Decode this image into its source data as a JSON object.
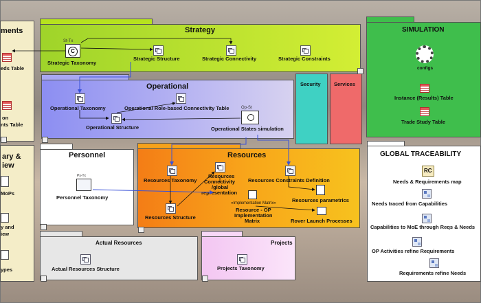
{
  "packages": {
    "needs": {
      "title": "ments"
    },
    "strategy": {
      "title": "Strategy"
    },
    "simulation": {
      "title": "SIMULATION"
    },
    "operational": {
      "title": "Operational"
    },
    "security": {
      "title": "Security"
    },
    "services": {
      "title": "Services"
    },
    "summary": {
      "title_line1": "ary &",
      "title_line2": "iew"
    },
    "personnel": {
      "title": "Personnel"
    },
    "resources": {
      "title": "Resources"
    },
    "traceability": {
      "title": "GLOBAL TRACEABILITY"
    },
    "actual_resources": {
      "title": "Actual Resources"
    },
    "projects": {
      "title": "Projects"
    }
  },
  "nodes": {
    "needs_table": "eds Table",
    "constraints_table_1": "on",
    "constraints_table_2": "nts Table",
    "mops": "MoPs",
    "summary_view_1": "y and",
    "summary_view_2": "iew",
    "types": "ypes",
    "strategic_taxonomy": "Strategic Taxonomy",
    "strategic_structure": "Strategic Structure",
    "strategic_connectivity": "Strategic Connectivity",
    "strategic_constraints": "Strategic Constraints",
    "st_tx_tag": "St-Tx",
    "configs": "configs",
    "instance_results_table": "Instance (Results) Table",
    "trade_study_table": "Trade Study Table",
    "operational_taxonomy": "Operational Taxonomy",
    "operational_role_connectivity": "Operational Role-based Connectivity Table",
    "operational_structure": "Operational Structure",
    "operational_states_simulation": "Operational States simulation",
    "op_st_tag": "Op-St",
    "personnel_taxonomy": "Personnel Taxonomy",
    "ps_tx_tag": "Ps-Tx",
    "resources_taxonomy": "Resources Taxonomy",
    "resources_connectivity_1": "Resources",
    "resources_connectivity_2": "Connectivity",
    "resources_connectivity_3": "/global",
    "resources_connectivity_4": "representation",
    "resources_constraints_definition": "Resources Constraints Definition",
    "resources_parametrics": "Resources parametrics",
    "resources_structure": "Resources Structure",
    "implementation_matrix_stereotype": "«Implementation Matrix»",
    "resource_op_matrix_1": "Resource - OP",
    "resource_op_matrix_2": "Implementation",
    "resource_op_matrix_3": "Matrix",
    "rover_launch_processes": "Rover Launch Processes",
    "rc_tag": "RC",
    "needs_requirements_map": "Needs & Requirements map",
    "needs_traced_from_capabilities": "Needs traced from Capabilities",
    "capabilities_to_moe": "Capabilities to MoE through Reqs & Needs",
    "op_activities_refine_requirements": "OP Activities refine Requirements",
    "requirements_refine_needs": "Requirements refine Needs",
    "actual_resources_structure": "Actual Resources Structure",
    "projects_taxonomy": "Projects Taxonomy"
  },
  "colors": {
    "needs_bg": "#f4edc8",
    "strategy_bg": "#b6e21e",
    "simulation_bg": "#3fbe4c",
    "operational_bg": "#a9a8f2",
    "security_bg": "#3fd1c3",
    "services_bg": "#ef6a6a",
    "resources_bg": "#f6a21a",
    "personnel_bg": "#ffffff",
    "traceability_bg": "#ffffff",
    "actual_resources_bg": "#e7e7e7",
    "projects_bg": "#f8d8f7",
    "link_blue": "#3a52d8"
  }
}
